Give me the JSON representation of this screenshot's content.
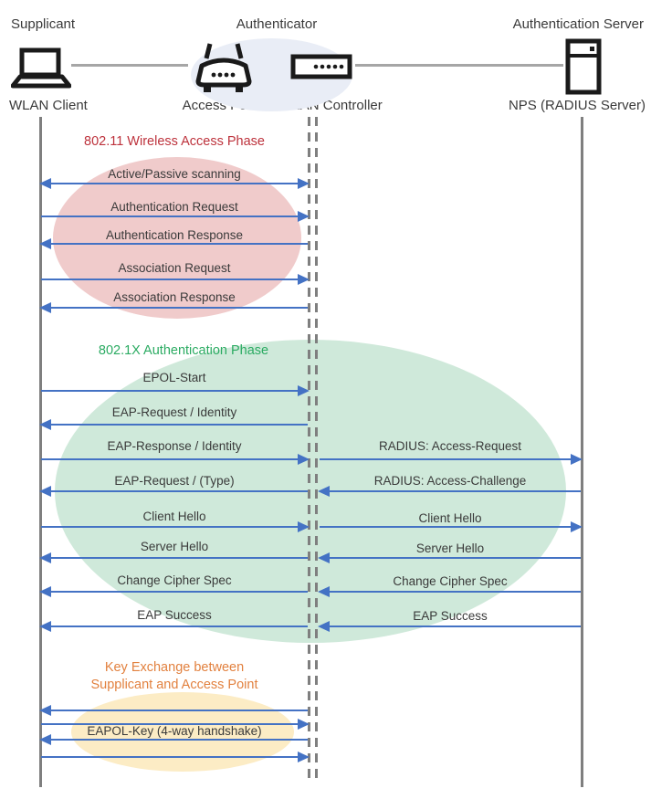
{
  "actors": {
    "supplicant": {
      "role": "Supplicant",
      "node": "WLAN Client"
    },
    "authenticator": {
      "role": "Authenticator",
      "access_point": "Access Point",
      "wlan_controller": "WLAN Controller"
    },
    "auth_server": {
      "role": "Authentication Server",
      "node": "NPS (RADIUS Server)"
    }
  },
  "phases": {
    "wireless": {
      "title": "802.11 Wireless Access Phase"
    },
    "dot1x": {
      "title": "802.1X Authentication Phase"
    },
    "key_exchange": {
      "title_line1": "Key Exchange between",
      "title_line2": "Supplicant and Access Point"
    }
  },
  "flows": {
    "phase1": [
      {
        "label": "Active/Passive scanning",
        "direction": "both"
      },
      {
        "label": "Authentication Request",
        "direction": "right"
      },
      {
        "label": "Authentication Response",
        "direction": "left"
      },
      {
        "label": "Association Request",
        "direction": "right"
      },
      {
        "label": "Association Response",
        "direction": "left"
      }
    ],
    "phase2_left": [
      {
        "label": "EPOL-Start",
        "direction": "right"
      },
      {
        "label": "EAP-Request / Identity",
        "direction": "left"
      },
      {
        "label": "EAP-Response / Identity",
        "direction": "right"
      },
      {
        "label": "EAP-Request / (Type)",
        "direction": "left"
      },
      {
        "label": "Client Hello",
        "direction": "right"
      },
      {
        "label": "Server Hello",
        "direction": "left"
      },
      {
        "label": "Change Cipher Spec",
        "direction": "left"
      },
      {
        "label": "EAP Success",
        "direction": "left"
      }
    ],
    "phase2_right": [
      {
        "label": "RADIUS: Access-Request",
        "direction": "right"
      },
      {
        "label": "RADIUS: Access-Challenge",
        "direction": "left"
      },
      {
        "label": "Client Hello",
        "direction": "right"
      },
      {
        "label": "Server Hello",
        "direction": "left"
      },
      {
        "label": "Change Cipher Spec",
        "direction": "left"
      },
      {
        "label": "EAP Success",
        "direction": "left"
      }
    ],
    "phase3": {
      "label": "EAPOL-Key (4-way handshake)",
      "arrows": [
        "left",
        "right",
        "left",
        "right"
      ]
    }
  },
  "colors": {
    "arrow_blue": "#4472c4",
    "lifeline_gray": "#7f7f7f",
    "phase1_fill": "#f0cbcb",
    "phase1_title": "#bd323c",
    "phase2_fill": "#cfe9da",
    "phase2_title": "#2bab62",
    "phase3_fill": "#fcecc5",
    "phase3_title": "#e2813f",
    "authenticator_fill": "#e9edf6"
  }
}
